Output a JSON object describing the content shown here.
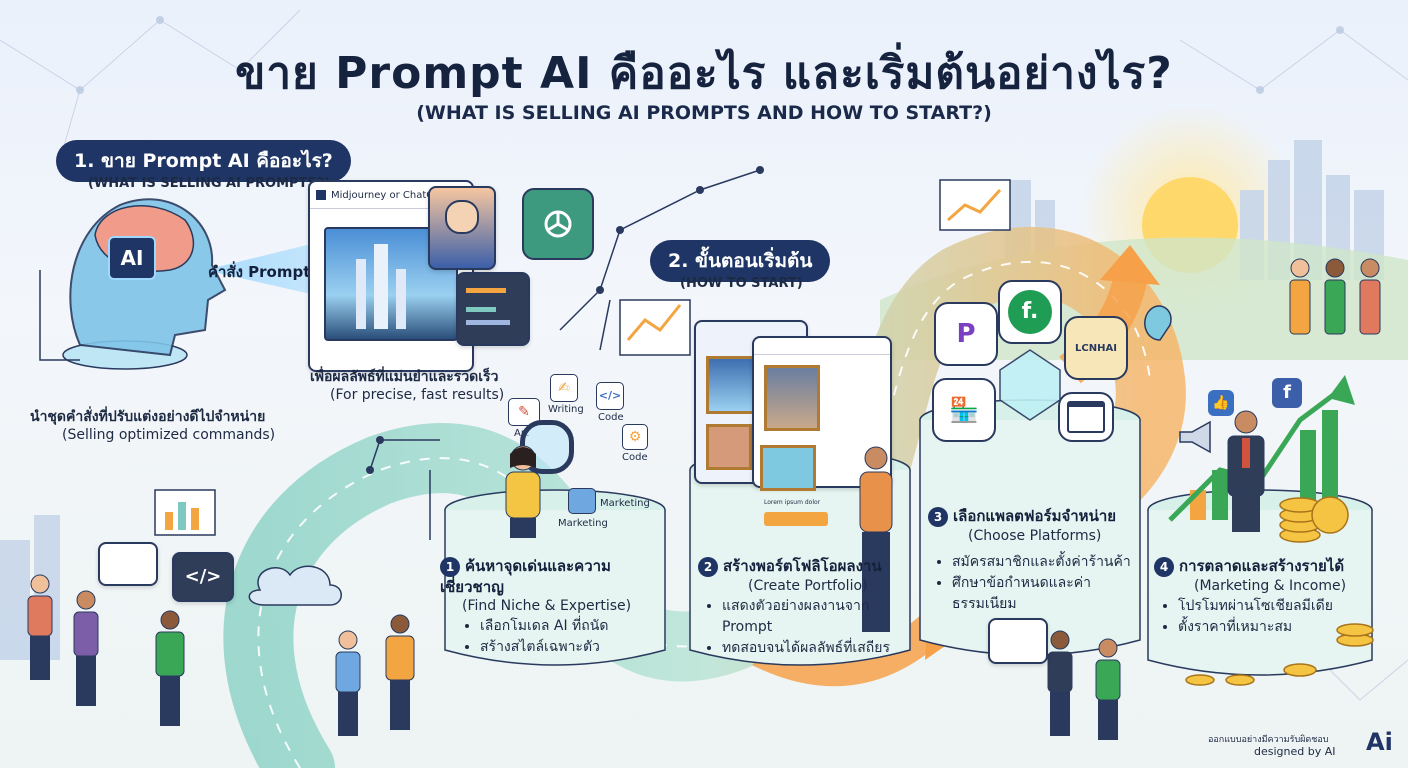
{
  "header": {
    "title": "ขาย Prompt AI คืออะไร และเริ่มต้นอย่างไร?",
    "subtitle": "(WHAT IS SELLING AI PROMPTS AND HOW TO START?)"
  },
  "section1": {
    "heading": "1. ขาย Prompt AI คืออะไร?",
    "subheading": "(WHAT IS SELLING AI PROMPTS?)",
    "brain_label": "AI",
    "prompt_label": "คำสั่ง Prompt",
    "window_title": "Midjourney or ChatGPT",
    "result_text": "เพื่อผลลัพธ์ที่แม่นยำและรวดเร็ว",
    "result_text_en": "(For precise, fast results)",
    "selling_text": "นำชุดคำสั่งที่ปรับแต่งอย่างดีไปจำหน่าย",
    "selling_text_en": "(Selling optimized commands)",
    "sample_text": "Lorem ipsum dolor"
  },
  "section2": {
    "heading": "2. ขั้นตอนเริ่มต้น",
    "subheading": "(HOW TO START)"
  },
  "niche_tags": [
    "Art",
    "Writing",
    "Code",
    "Code",
    "Marketing",
    "Marketing"
  ],
  "steps": [
    {
      "num": "1",
      "title": "ค้นหาจุดเด่นและความเชี่ยวชาญ",
      "title_en": "(Find Niche & Expertise)",
      "bullets": [
        "เลือกโมเดล AI ที่ถนัด",
        "สร้างสไตล์เฉพาะตัว"
      ]
    },
    {
      "num": "2",
      "title": "สร้างพอร์ตโฟลิโอผลงาน",
      "title_en": "(Create Portfolio)",
      "bullets": [
        "แสดงตัวอย่างผลงานจาก Prompt",
        "ทดสอบจนได้ผลลัพธ์ที่เสถียร"
      ]
    },
    {
      "num": "3",
      "title": "เลือกแพลตฟอร์มจำหน่าย",
      "title_en": "(Choose Platforms)",
      "bullets": [
        "สมัครสมาชิกและตั้งค่าร้านค้า",
        "ศึกษาข้อกำหนดและค่าธรรมเนียม"
      ]
    },
    {
      "num": "4",
      "title": "การตลาดและสร้างรายได้",
      "title_en": "(Marketing & Income)",
      "bullets": [
        "โปรโมทผ่านโซเชียลมีเดีย",
        "ตั้งราคาที่เหมาะสม"
      ]
    }
  ],
  "platform_icons": {
    "p": "P",
    "f": "f.",
    "shop": "LCNHAI"
  },
  "social_icons": {
    "facebook": "f"
  },
  "footer": {
    "line1": "ออกแบบอย่างมีความรับผิดชอบ",
    "line2": "designed by AI",
    "logo": "Ai"
  },
  "colors": {
    "navy": "#1f3566",
    "accent_orange": "#f2a541",
    "accent_teal": "#7ec9c0",
    "accent_green": "#3aa757"
  }
}
